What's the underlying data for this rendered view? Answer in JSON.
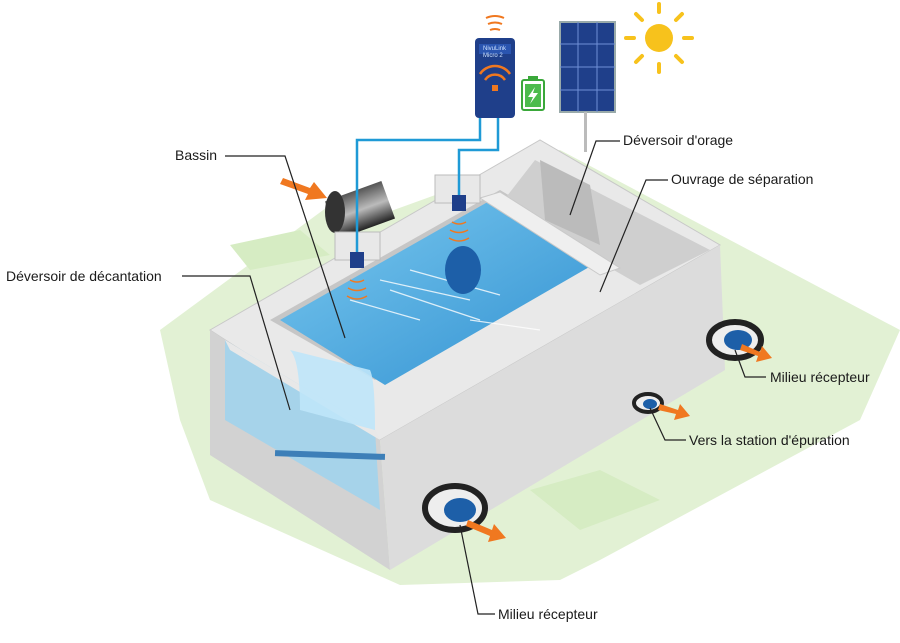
{
  "labels": {
    "bassin": "Bassin",
    "deversoir_orage": "Déversoir d'orage",
    "ouvrage_separation": "Ouvrage de séparation",
    "deversoir_decantation": "Déversoir de décantation",
    "milieu_recepteur_right": "Milieu récepteur",
    "vers_station": "Vers la station d'épuration",
    "milieu_recepteur_bottom": "Milieu récepteur"
  },
  "device": {
    "line1": "NivuLink",
    "line2": "Micro 2"
  },
  "icons": {
    "sun": "sun-icon",
    "solar_panel": "solar-panel-icon",
    "battery": "battery-charging-icon",
    "wireless": "wireless-signal-icon",
    "sensor": "ultrasonic-sensor-icon"
  },
  "colors": {
    "concrete_top": "#e6e6e6",
    "concrete_side": "#cfcfcf",
    "water": "#5aaee0",
    "ground": "#dceecb",
    "cable": "#1f9ad6",
    "arrow": "#f07820",
    "sun": "#f7c21c",
    "device": "#1f3f8a"
  }
}
